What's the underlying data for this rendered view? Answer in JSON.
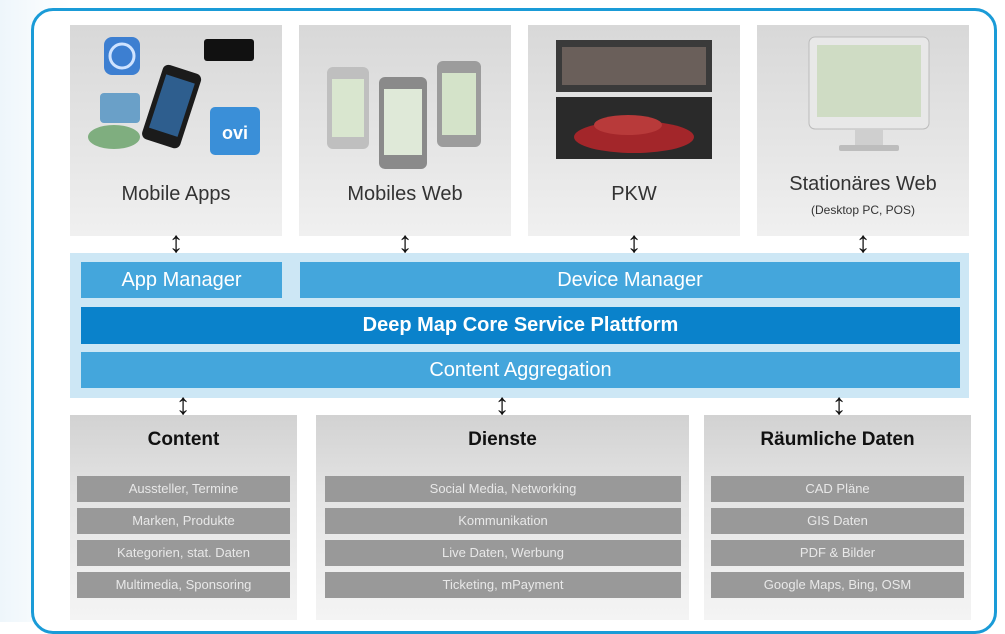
{
  "devices": [
    {
      "label": "Mobile Apps",
      "sub": ""
    },
    {
      "label": "Mobiles Web",
      "sub": ""
    },
    {
      "label": "PKW",
      "sub": ""
    },
    {
      "label": "Stationäres Web",
      "sub": "(Desktop PC, POS)"
    }
  ],
  "arrow_glyph": "↕",
  "platform": {
    "app_manager": "App Manager",
    "device_manager": "Device Manager",
    "core": "Deep Map Core Service Plattform",
    "aggregation": "Content Aggregation"
  },
  "categories": [
    {
      "title": "Content",
      "items": [
        "Aussteller, Termine",
        "Marken, Produkte",
        "Kategorien, stat. Daten",
        "Multimedia, Sponsoring"
      ]
    },
    {
      "title": "Dienste",
      "items": [
        "Social Media, Networking",
        "Kommunikation",
        "Live Daten, Werbung",
        "Ticketing, mPayment"
      ]
    },
    {
      "title": "Räumliche Daten",
      "items": [
        "CAD Pläne",
        "GIS Daten",
        "PDF & Bilder",
        "Google Maps, Bing, OSM"
      ]
    }
  ],
  "colors": {
    "frame": "#1a9bd7",
    "bar_light": "#44a6dc",
    "bar_dark": "#0a82cb",
    "band": "#cde7f5",
    "item": "#999999"
  }
}
